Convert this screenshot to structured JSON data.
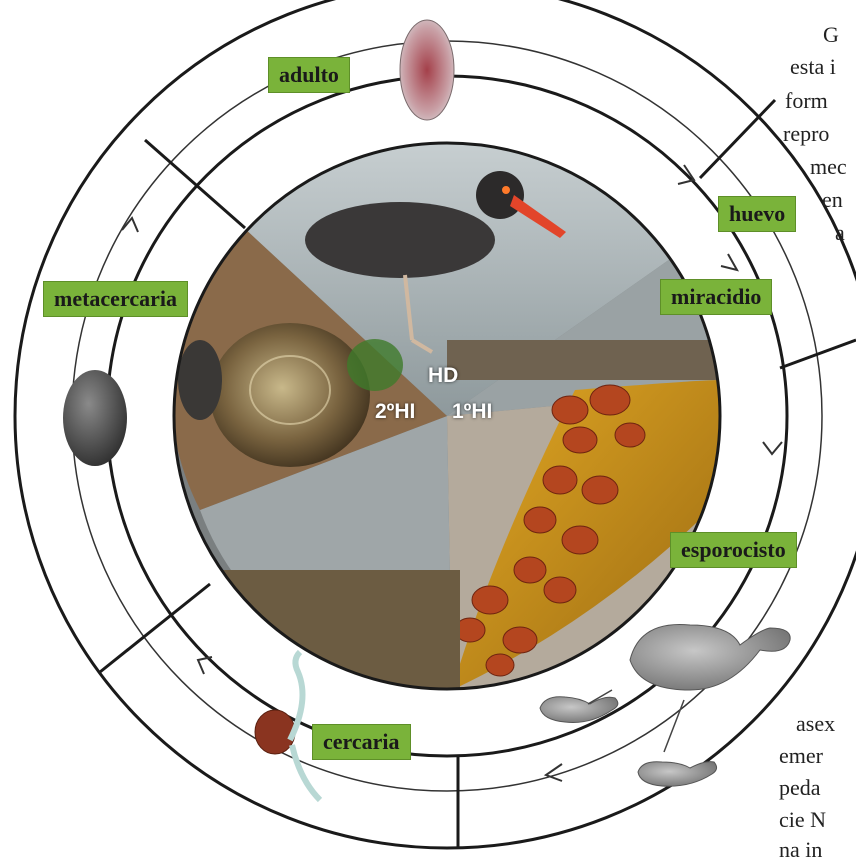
{
  "stages": {
    "adulto": "adulto",
    "huevo": "huevo",
    "miracidio": "miracidio",
    "esporocisto": "esporocisto",
    "cercaria": "cercaria",
    "metacercaria": "metacercaria"
  },
  "hosts": {
    "definitive": "HD",
    "first_intermediate": "1ºHI",
    "second_intermediate": "2ºHI"
  },
  "side_text_top": [
    "G",
    "esta i",
    "form",
    "repro",
    "mec",
    "en",
    "a"
  ],
  "side_text_bottom": [
    "asex",
    "emer",
    "peda",
    "cie N",
    "na in"
  ],
  "colors": {
    "label_green": "#7ab33a",
    "ring_stroke": "#1a1a1a"
  }
}
